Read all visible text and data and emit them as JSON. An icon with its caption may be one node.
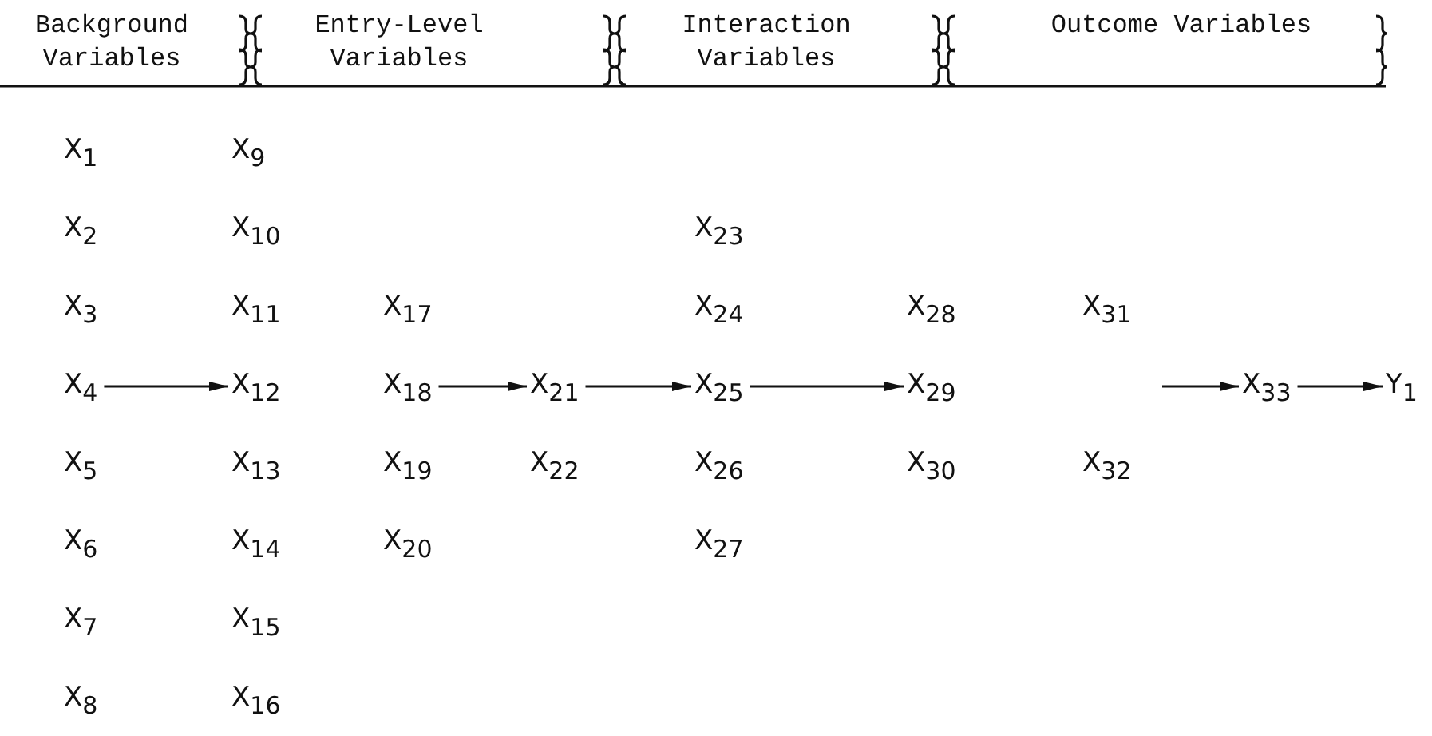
{
  "diagram": {
    "nodes": [
      {
        "text": [
          "X$_{1}$"
        ]
      },
      {
        "text": [
          "X$_{2}$"
        ]
      },
      {
        "text": [
          "X$_{3}$"
        ]
      },
      {
        "text": [
          "X$_{4}$"
        ]
      },
      {
        "text": [
          "X$_{5}$"
        ]
      },
      {
        "text": [
          "X$_{6}$"
        ]
      },
      {
        "text": [
          "X$_{7}$"
        ]
      },
      {
        "text": [
          "X$_{8}$"
        ]
      },
      {
        "text": [
          "X$_{9}$"
        ]
      },
      {
        "text": [
          "X$_{10}$"
        ]
      },
      {
        "text": [
          "X$_{11}$"
        ]
      },
      {
        "text": [
          "X$_{12}$"
        ]
      },
      {
        "text": [
          "X$_{13}$"
        ]
      },
      {
        "text": [
          "X$_{14}$"
        ]
      },
      {
        "text": [
          "X$_{15}$"
        ]
      },
      {
        "text": [
          "X$_{16}$"
        ]
      },
      {
        "text": [
          "X$_{17}$"
        ]
      },
      {
        "text": [
          "X$_{18}$"
        ]
      },
      {
        "text": [
          "X$_{19}$"
        ]
      },
      {
        "text": [
          "X$_{20}$"
        ]
      },
      {
        "text": [
          "X$_{21}$"
        ]
      },
      {
        "text": [
          "X$_{22}$"
        ]
      },
      {
        "text": [
          "X$_{23}$"
        ]
      },
      {
        "text": [
          "X$_{24}$"
        ]
      },
      {
        "text": [
          "X$_{25}$"
        ]
      },
      {
        "text": [
          "X$_{26}$"
        ]
      },
      {
        "text": [
          "X$_{27}$"
        ]
      },
      {
        "text": [
          "X$_{28}$"
        ]
      },
      {
        "text": [
          "X$_{29}$"
        ]
      },
      {
        "text": [
          "X$_{30}$"
        ]
      },
      {
        "text": [
          "X$_{31}$"
        ]
      },
      {
        "text": [
          "X$_{32}$"
        ]
      },
      {
        "text": [
          "X$_{33}$"
        ]
      },
      {
        "text": [
          "Y$_{1}$"
        ]
      }
    ],
    "edges": [
      {
        "from": 3,
        "to": 11,
        "arrow": "to"
      },
      {
        "from": 17,
        "to": 20,
        "arrow": "to"
      },
      {
        "from": 20,
        "to": 24,
        "arrow": "to"
      },
      {
        "from": 24,
        "to": 28,
        "arrow": "to"
      },
      {
        "from": null,
        "to": 32,
        "arrow": "to"
      },
      {
        "from": 32,
        "to": 33,
        "arrow": "to"
      }
    ],
    "labels": [
      "Background Variables",
      "Entry-Level Variables",
      "Interaction Variables",
      "Outcome Variables"
    ]
  }
}
